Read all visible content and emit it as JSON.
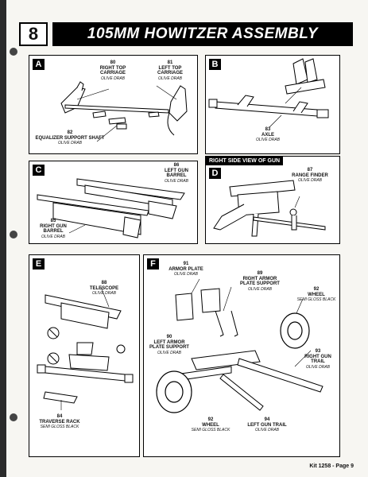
{
  "header": {
    "step": "8",
    "title": "105MM HOWITZER ASSEMBLY"
  },
  "panels": {
    "A": {
      "letter": "A",
      "parts": [
        {
          "num": "80",
          "name": "RIGHT TOP CARRIAGE",
          "color": "OLIVE DRAB"
        },
        {
          "num": "81",
          "name": "LEFT TOP CARRIAGE",
          "color": "OLIVE DRAB"
        },
        {
          "num": "82",
          "name": "EQUALIZER SUPPORT SHAFT",
          "color": "OLIVE DRAB"
        }
      ]
    },
    "B": {
      "letter": "B",
      "parts": [
        {
          "num": "83",
          "name": "AXLE",
          "color": "OLIVE DRAB"
        }
      ]
    },
    "C": {
      "letter": "C",
      "parts": [
        {
          "num": "86",
          "name": "LEFT GUN BARREL",
          "color": "OLIVE DRAB"
        },
        {
          "num": "85",
          "name": "RIGHT GUN BARREL",
          "color": "OLIVE DRAB"
        }
      ]
    },
    "D": {
      "letter": "D",
      "heading": "RIGHT SIDE VIEW OF GUN",
      "parts": [
        {
          "num": "87",
          "name": "RANGE FINDER",
          "color": "OLIVE DRAB"
        }
      ]
    },
    "E": {
      "letter": "E",
      "parts": [
        {
          "num": "88",
          "name": "TELESCOPE",
          "color": "OLIVE DRAB"
        },
        {
          "num": "84",
          "name": "TRAVERSE RACK",
          "color": "SEMI GLOSS BLACK"
        }
      ]
    },
    "F": {
      "letter": "F",
      "parts": [
        {
          "num": "91",
          "name": "ARMOR PLATE",
          "color": "OLIVE DRAB"
        },
        {
          "num": "89",
          "name": "RIGHT ARMOR PLATE SUPPORT",
          "color": "OLIVE DRAB"
        },
        {
          "num": "92",
          "name": "WHEEL",
          "color": "SEMI GLOSS BLACK"
        },
        {
          "num": "90",
          "name": "LEFT ARMOR PLATE SUPPORT",
          "color": "OLIVE DRAB"
        },
        {
          "num": "93",
          "name": "RIGHT GUN TRAIL",
          "color": "OLIVE DRAB"
        },
        {
          "num": "92",
          "name": "WHEEL",
          "color": "SEMI GLOSS BLACK"
        },
        {
          "num": "94",
          "name": "LEFT GUN TRAIL",
          "color": "OLIVE DRAB"
        }
      ]
    }
  },
  "footer": "Kit 1258 - Page 9"
}
